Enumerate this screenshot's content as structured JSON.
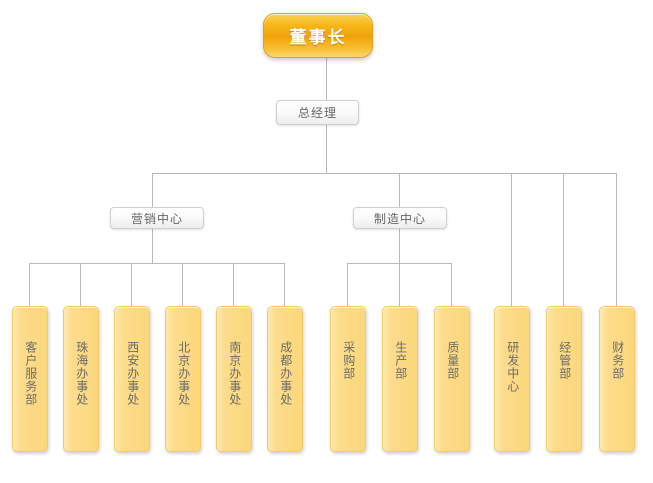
{
  "chart_data": {
    "type": "diagram",
    "title": "",
    "diagram_kind": "organization-chart",
    "levels": 4,
    "node_count": 16
  },
  "org": {
    "root": {
      "label": "董事长",
      "level": 0
    },
    "gm": {
      "label": "总经理",
      "level": 1
    },
    "centers": [
      {
        "label": "营销中心",
        "level": 2,
        "children": 6
      },
      {
        "label": "制造中心",
        "level": 2,
        "children": 3
      }
    ],
    "marketing_units": [
      {
        "label": "客户服务部"
      },
      {
        "label": "珠海办事处"
      },
      {
        "label": "西安办事处"
      },
      {
        "label": "北京办事处"
      },
      {
        "label": "南京办事处"
      },
      {
        "label": "成都办事处"
      }
    ],
    "manufacturing_units": [
      {
        "label": "采购部"
      },
      {
        "label": "生产部"
      },
      {
        "label": "质量部"
      }
    ],
    "direct_units": [
      {
        "label": "研发中心"
      },
      {
        "label": "经管部"
      },
      {
        "label": "财务部"
      }
    ]
  },
  "colors": {
    "root_fill_top": "#fbd25a",
    "root_fill_mid": "#f0a30a",
    "root_border": "#e0a020",
    "root_text": "#ffffff",
    "plain_fill_top": "#ffffff",
    "plain_fill_bottom": "#ededed",
    "plain_border": "#cfcfcf",
    "plain_text": "#666666",
    "leaf_fill": "#fcdd8c",
    "leaf_border": "#f3ca66",
    "leaf_text": "#6b6b6b",
    "connector": "#b9b9b9",
    "background": "#ffffff"
  }
}
